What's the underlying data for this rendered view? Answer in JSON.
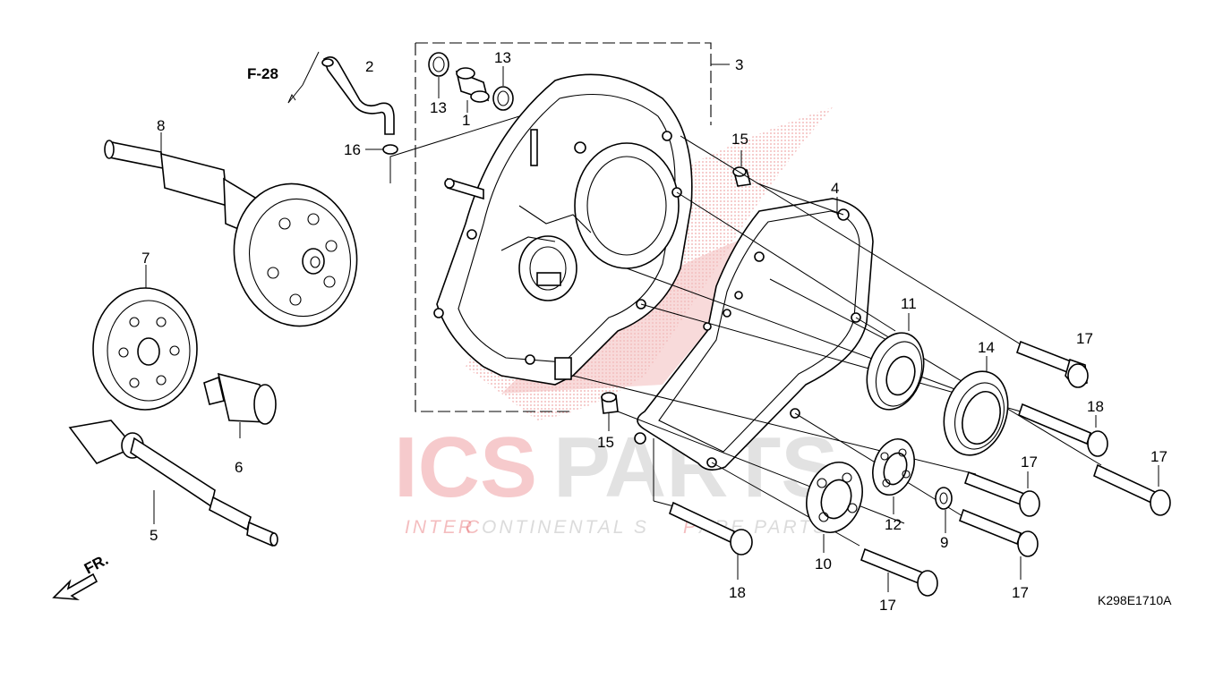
{
  "diagram": {
    "code": "K298E1710A",
    "ref_label": "F-28",
    "front_label": "FR.",
    "callouts": [
      "1",
      "2",
      "3",
      "4",
      "5",
      "6",
      "7",
      "8",
      "9",
      "10",
      "11",
      "12",
      "13",
      "13",
      "14",
      "15",
      "15",
      "16",
      "17",
      "17",
      "17",
      "17",
      "17",
      "18",
      "18"
    ]
  },
  "watermark": {
    "brand_ics": "ICS",
    "brand_parts": "PARTS",
    "tagline_a": "INTER",
    "tagline_b": "C",
    "tagline_c": "ONTINENTAL S",
    "tagline_d": "P",
    "tagline_e": "ARE PARTS",
    "red": "#e0454a",
    "grey": "#c9c9c9"
  },
  "labels": {
    "l1": "1",
    "l2": "2",
    "l3": "3",
    "l4": "4",
    "l5": "5",
    "l6": "6",
    "l7": "7",
    "l8": "8",
    "l9": "9",
    "l10": "10",
    "l11": "11",
    "l12": "12",
    "l13a": "13",
    "l13b": "13",
    "l14": "14",
    "l15a": "15",
    "l15b": "15",
    "l16": "16",
    "l17a": "17",
    "l17b": "17",
    "l17c": "17",
    "l17d": "17",
    "l17e": "17",
    "l18a": "18",
    "l18b": "18"
  }
}
